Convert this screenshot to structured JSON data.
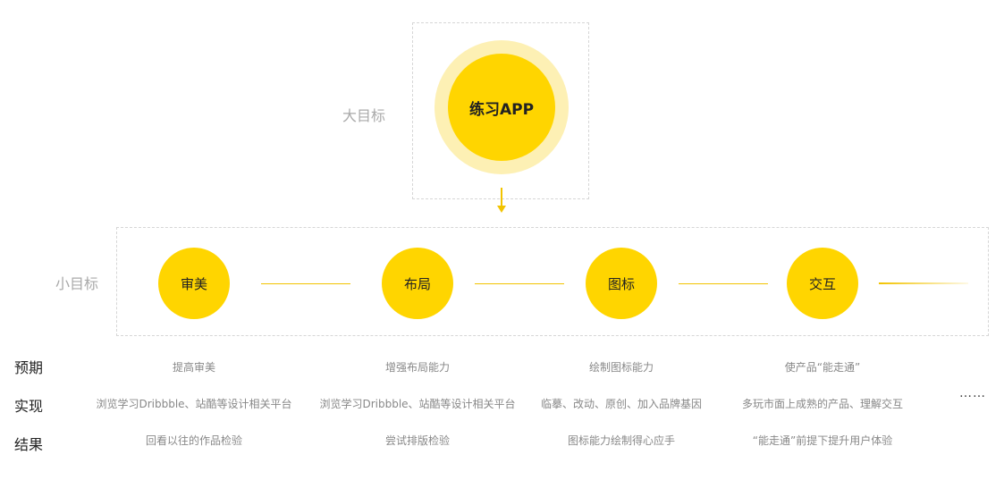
{
  "big_goal": {
    "label": "大目标",
    "title": "练习APP"
  },
  "small_goal": {
    "label": "小目标",
    "items": [
      "审美",
      "布局",
      "图标",
      "交互"
    ]
  },
  "rows": [
    {
      "label": "预期",
      "cells": [
        "提高审美",
        "增强布局能力",
        "绘制图标能力",
        "使产品“能走通”"
      ]
    },
    {
      "label": "实现",
      "cells": [
        "浏览学习Dribbble、站酷等设计相关平台",
        "浏览学习Dribbble、站酷等设计相关平台",
        "临摹、改动、原创、加入品牌基因",
        "多玩市面上成熟的产品、理解交互"
      ]
    },
    {
      "label": "结果",
      "cells": [
        "回看以往的作品检验",
        "尝试排版检验",
        "图标能力绘制得心应手",
        "“能走通”前提下提升用户体验"
      ]
    }
  ],
  "more": "……",
  "colors": {
    "accent": "#ffd500",
    "halo": "#fdf0b4",
    "line": "#f2c300"
  }
}
